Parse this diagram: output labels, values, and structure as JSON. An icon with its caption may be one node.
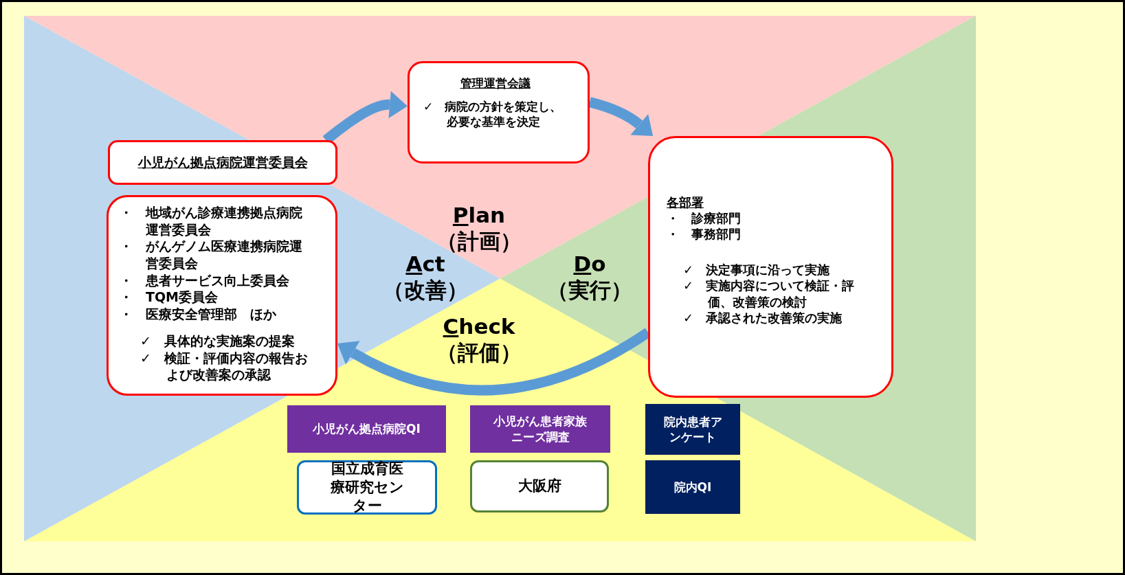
{
  "diagram": {
    "nodes": [
      {
        "text": [
          "管理運営会議",
          "✓　病院の方針を策定し、必要な基準を決定"
        ]
      },
      {
        "text": [
          "小児がん拠点病院運営委員会"
        ]
      },
      {
        "text": [
          "・　地域がん診療連携拠点病院運営委員会",
          "・　がんゲノム医療連携病院運営委員会",
          "・　患者サービス向上委員会",
          "・　TQM委員会",
          "・　医療安全管理部　ほか",
          "✓　具体的な実施案の提案",
          "✓　検証・評価内容の報告および改善案の承認"
        ]
      },
      {
        "text": [
          "各部署",
          "・　診療部門",
          "・　事務部門",
          "✓　決定事項に沿って実施",
          "✓　実施内容について検証・評価、改善策の検討",
          "✓　承認された改善策の実施"
        ]
      },
      {
        "text": [
          "小児がん拠点病院QI"
        ]
      },
      {
        "text": [
          "小児がん患者家族ニーズ調査"
        ]
      },
      {
        "text": [
          "院内患者アンケート"
        ]
      },
      {
        "text": [
          "国立成育医療研究センター"
        ]
      },
      {
        "text": [
          "大阪府"
        ]
      },
      {
        "text": [
          "院内QI"
        ]
      }
    ],
    "edges": [
      {
        "from": 1,
        "to": 0,
        "arrow": "to"
      },
      {
        "from": 0,
        "to": 3,
        "arrow": "to"
      },
      {
        "from": 3,
        "to": 2,
        "arrow": "to"
      }
    ],
    "labels": [
      "Plan",
      "（計画）",
      "Act",
      "（改善）",
      "Do",
      "（実行）",
      "Check",
      "（評価）"
    ]
  }
}
